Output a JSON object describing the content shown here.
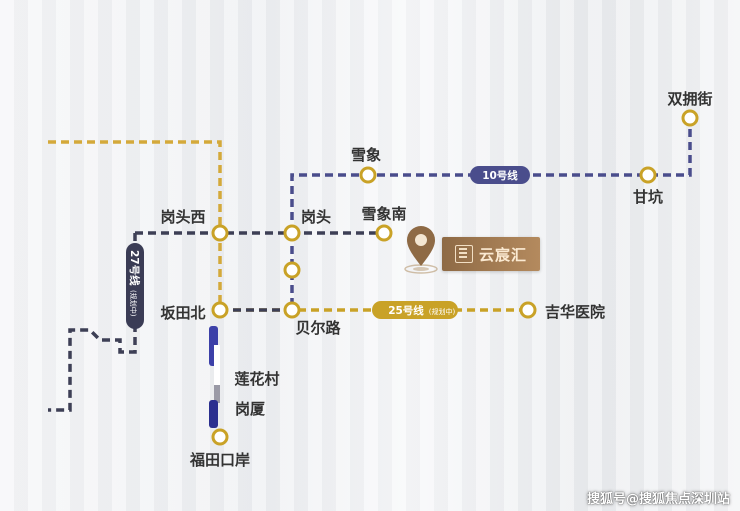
{
  "stations": {
    "shuangyongjie": "双拥街",
    "xuexiang": "雪象",
    "gankeng": "甘坑",
    "gangtouxi": "岗头西",
    "gangtou": "岗头",
    "xuexiangnan": "雪象南",
    "bantianbei": "坂田北",
    "beierlu": "贝尔路",
    "jihua_hospital": "吉华医院",
    "lianhuacun": "莲花村",
    "gangxia": "岗厦",
    "futian_port": "福田口岸"
  },
  "lines": {
    "line10": {
      "label": "10号线",
      "color": "#4a4d8c"
    },
    "line25": {
      "label": "25号线",
      "sub": "(规划中)",
      "color": "#c9a227"
    },
    "line27": {
      "label": "27号线",
      "sub": "(规划中)",
      "color": "#3a3c55"
    },
    "other": {
      "color": "#d4a93a"
    }
  },
  "project": {
    "name": "云宸汇",
    "card_color": "#a07a52"
  },
  "watermark": "搜狐号@搜狐焦点深圳站"
}
